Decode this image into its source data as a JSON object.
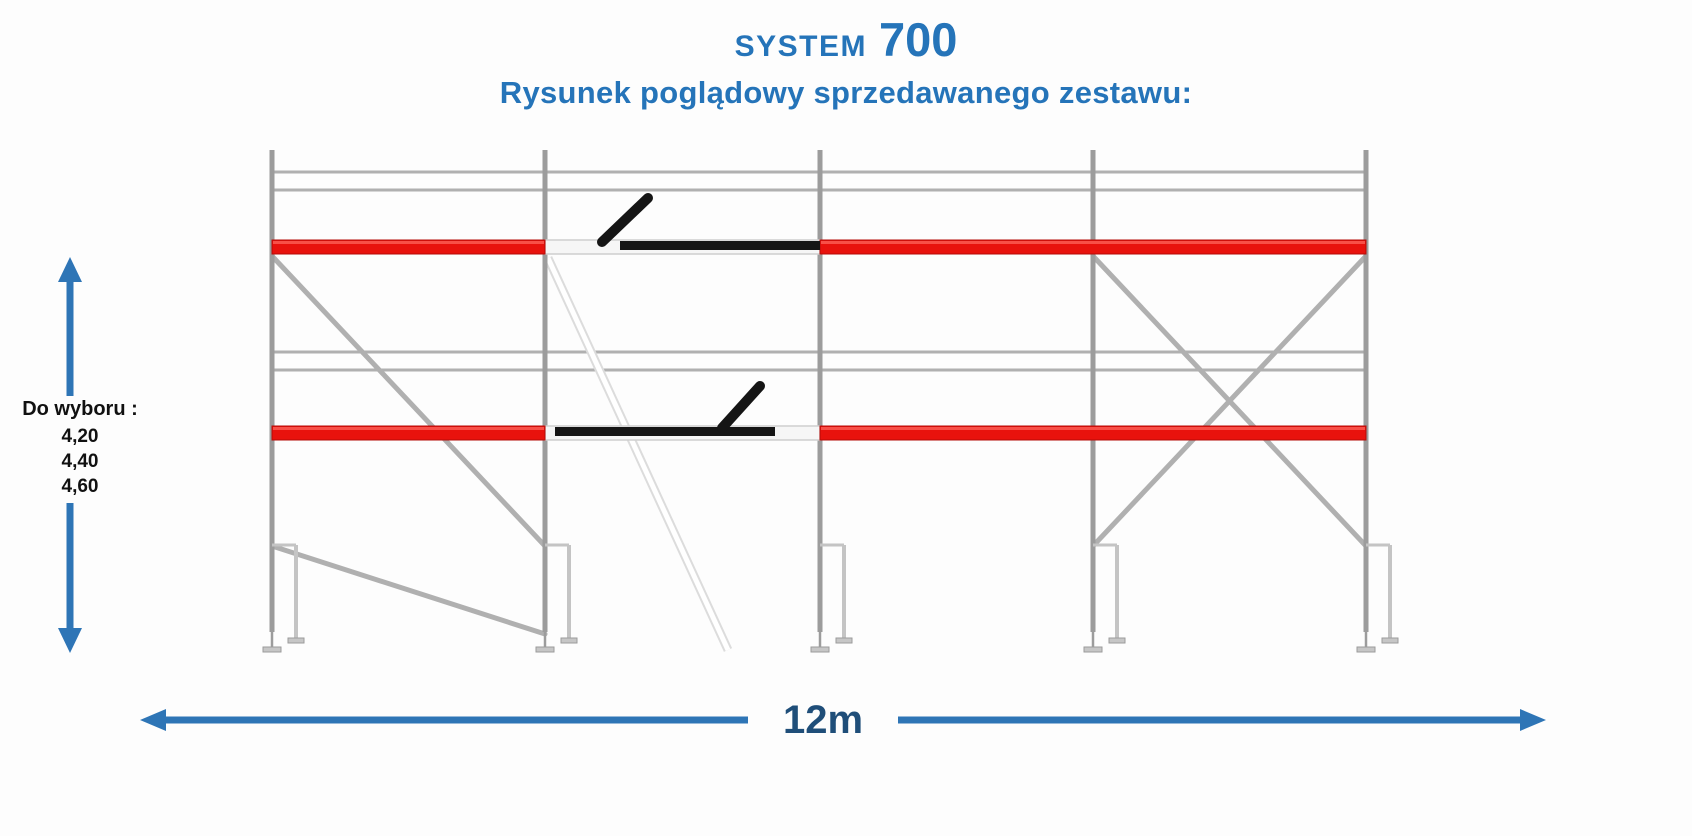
{
  "header": {
    "title_word": "SYSTEM",
    "title_number": "700",
    "subtitle": "Rysunek poglądowy sprzedawanego zestawu:"
  },
  "dimensions": {
    "height": {
      "label": "Do wyboru :",
      "options": [
        "4,20",
        "4,40",
        "4,60"
      ]
    },
    "width": {
      "label": "12m"
    }
  },
  "icons": {
    "height_arrow": "vertical-double-arrow",
    "width_arrow": "horizontal-double-arrow"
  },
  "colors": {
    "page-bg": "#fdfdfd",
    "accent-blue": "#2574b9",
    "arrow-blue": "#2e75b6",
    "width-text": "#1f4e79",
    "height-text": "#111111",
    "board-red": "#e8120d",
    "board-red-dark": "#b50b08",
    "steel": "#b0b0b0",
    "steel-dark": "#9c9c9c",
    "hatch-black": "#151515",
    "deck-white": "#f6f6f6"
  }
}
